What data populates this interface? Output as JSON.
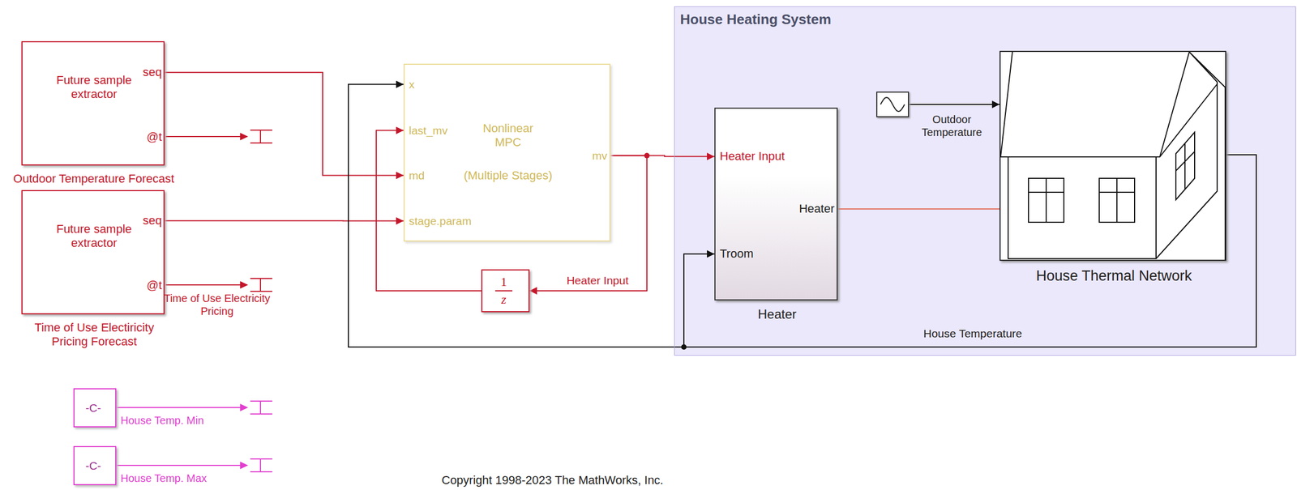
{
  "diagram": {
    "caption": "Copyright 1998-2023 The MathWorks, Inc.",
    "nodes": [
      {
        "text": [
          "Future sample extractor",
          "seq",
          "@t",
          "Outdoor Temperature Forecast"
        ]
      },
      {
        "text": [
          "Future sample extractor",
          "seq",
          "@t",
          "Time of Use Electiricity Pricing Forecast"
        ]
      },
      {
        "text": [
          "x",
          "last_mv",
          "md",
          "stage.param",
          "Nonlinear MPC",
          "(Multiple Stages)",
          "mv"
        ]
      },
      {
        "text": [
          "1",
          "z"
        ]
      },
      {
        "text": [
          "House Heating System"
        ]
      },
      {
        "text": [
          "Heater Input",
          "Heater",
          "Troom",
          "Heater"
        ],
        "in": 4
      },
      {
        "text": [
          "Outdoor Temperature"
        ],
        "in": 4
      },
      {
        "text": [
          "House Thermal Network"
        ],
        "in": 4
      },
      {
        "text": [
          "-C-",
          "House Temp. Min"
        ]
      },
      {
        "text": [
          "-C-",
          "House Temp. Max"
        ]
      }
    ],
    "edges": [
      {
        "from": 0,
        "to": 2,
        "arrow": "to"
      },
      {
        "from": 1,
        "to": 2,
        "arrow": "to"
      },
      {
        "from": 2,
        "to": 5,
        "arrow": "to"
      },
      {
        "from": 2,
        "to": 3,
        "label": "Heater Input",
        "arrow": "to"
      },
      {
        "from": 3,
        "to": 2,
        "arrow": "to"
      },
      {
        "from": 5,
        "to": 7,
        "arrow": "none"
      },
      {
        "from": 6,
        "to": 7,
        "arrow": "to"
      },
      {
        "from": 7,
        "to": 5,
        "label": "House Temperature",
        "arrow": "to"
      },
      {
        "from": 7,
        "to": 2,
        "arrow": "to"
      }
    ],
    "labels": [
      "Time of Use Electricity Pricing"
    ]
  }
}
